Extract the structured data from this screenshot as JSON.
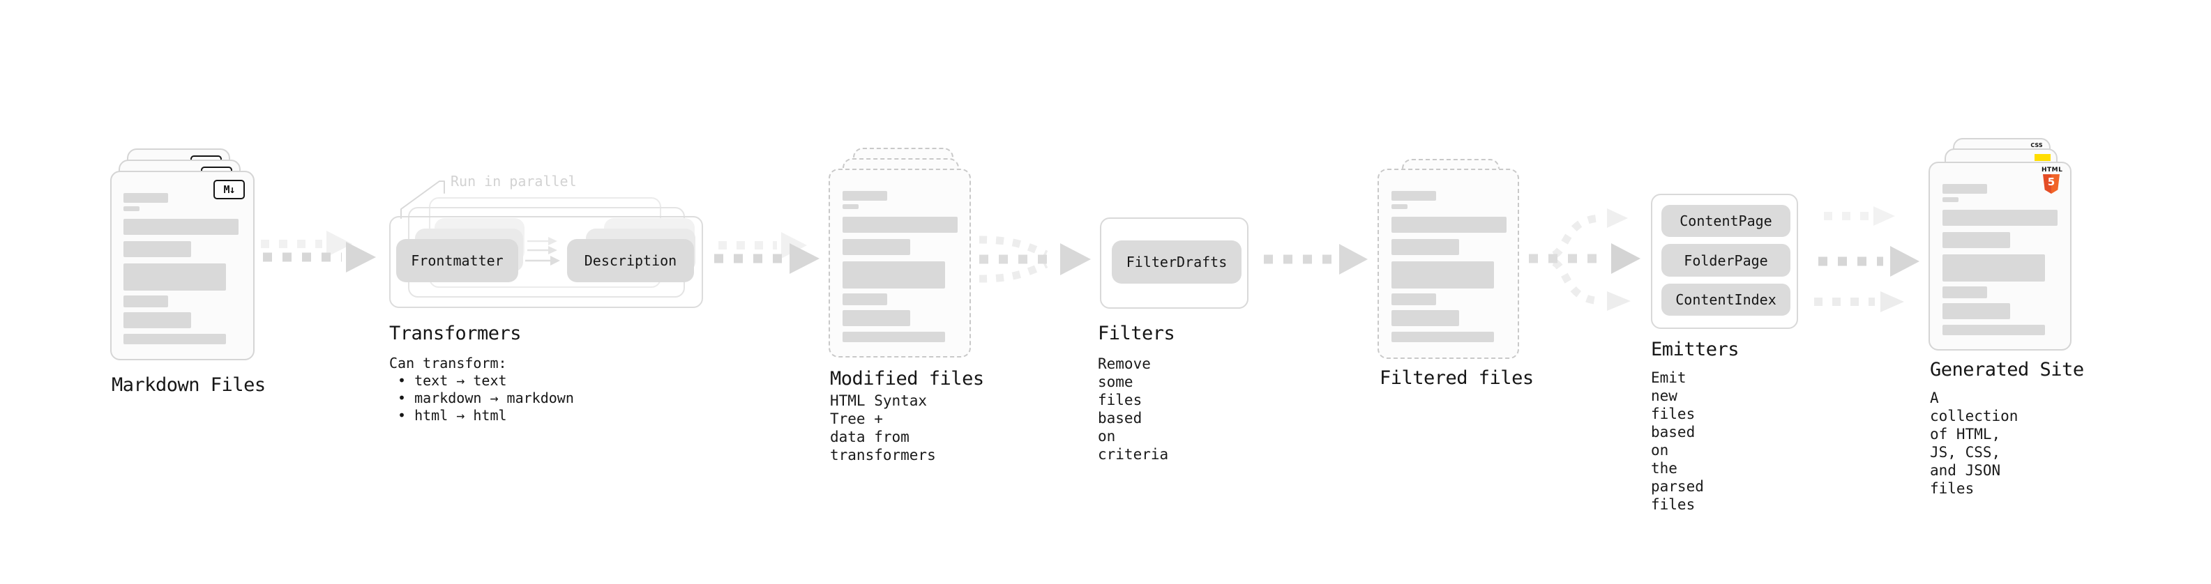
{
  "stages": {
    "markdown_files": {
      "title": "Markdown Files",
      "icon_label": "M↓"
    },
    "transformers": {
      "annotation": "Run in parallel",
      "transformer_a": "Frontmatter",
      "transformer_b": "Description",
      "title": "Transformers",
      "subtitle": "Can transform:",
      "bullets": [
        "• text → text",
        "• markdown → markdown",
        "• html → html"
      ]
    },
    "modified_files": {
      "title": "Modified files",
      "description": "HTML Syntax Tree +\ndata from transformers"
    },
    "filters": {
      "filter_name": "FilterDrafts",
      "title": "Filters",
      "description": "Remove some files based\non criteria"
    },
    "filtered_files": {
      "title": "Filtered files"
    },
    "emitters": {
      "emitter_names": [
        "ContentPage",
        "FolderPage",
        "ContentIndex"
      ],
      "title": "Emitters",
      "description": "Emit new files based on\nthe parsed files"
    },
    "generated_site": {
      "title": "Generated Site",
      "description": "A collection of HTML,\nJS, CSS, and JSON files",
      "badges": {
        "css": "CSS",
        "html": "HTML",
        "html_number": "5"
      }
    }
  },
  "colors": {
    "html5_orange": "#e44d26",
    "js_yellow": "#ffdd00",
    "css_blue": "#2e6df6",
    "arrow_gray": "#d7d7d7",
    "card_border": "#d5d5d5"
  }
}
